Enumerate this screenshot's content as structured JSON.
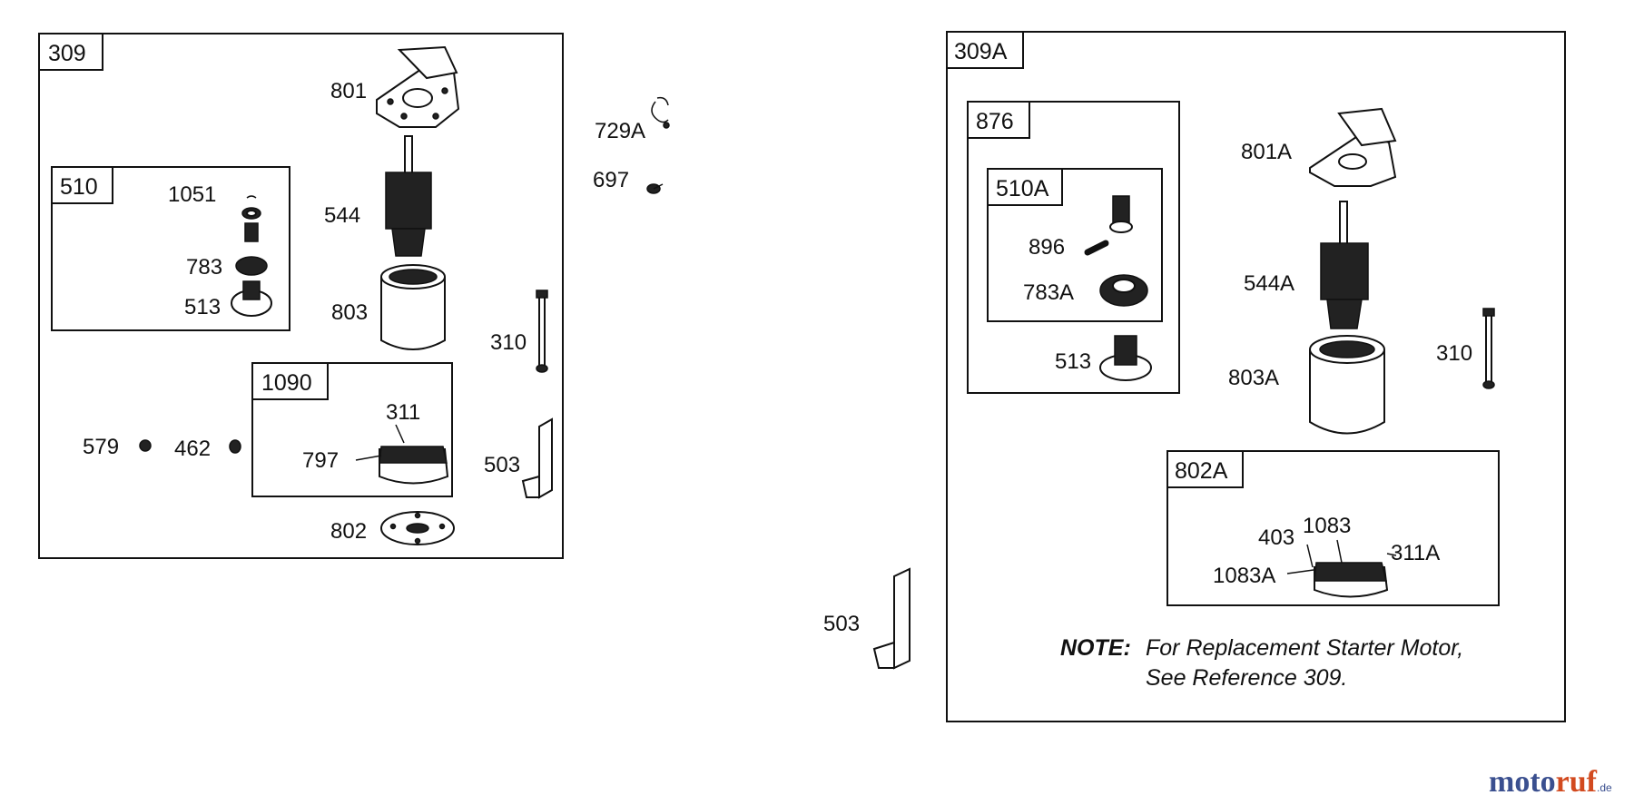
{
  "watermark": {
    "part1": "moto",
    "part2": "ruf",
    "part3": ".de",
    "color_primary": "#3a4f8f",
    "color_accent": "#d24a1f"
  },
  "groups": {
    "g309": "309",
    "g510": "510",
    "g1090": "1090",
    "g309A": "309A",
    "g876": "876",
    "g510A": "510A",
    "g802A": "802A"
  },
  "labels": {
    "p801": "801",
    "p729A": "729A",
    "p697": "697",
    "p1051": "1051",
    "p544": "544",
    "p783": "783",
    "p513": "513",
    "p803": "803",
    "p310": "310",
    "p311": "311",
    "p797": "797",
    "p579": "579",
    "p462": "462",
    "p503": "503",
    "p802": "802",
    "p503b": "503",
    "p801A": "801A",
    "p896": "896",
    "p544A": "544A",
    "p783A": "783A",
    "p310b": "310",
    "p513b": "513",
    "p803A": "803A",
    "p403": "403",
    "p1083": "1083",
    "p311A": "311A",
    "p1083A": "1083A"
  },
  "note": {
    "bold": "NOTE:",
    "line1": "For Replacement Starter Motor,",
    "line2": "See Reference 309."
  }
}
